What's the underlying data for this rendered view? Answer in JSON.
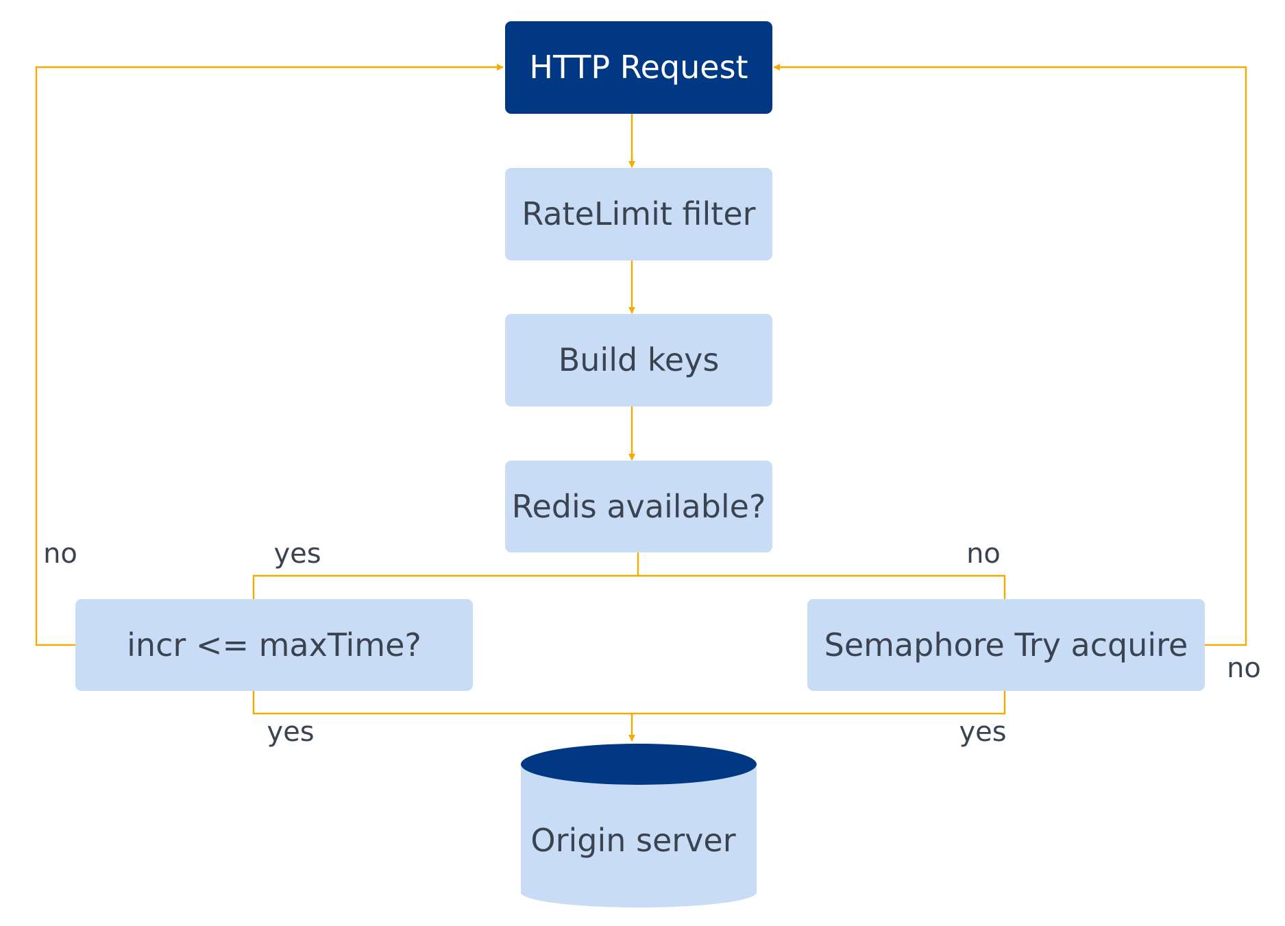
{
  "colors": {
    "primary_node": "#003884",
    "secondary_node": "#c8ddf5",
    "connector": "#f5ac00",
    "text_dark": "#3b4350",
    "text_light": "#ffffff"
  },
  "nodes": {
    "http_request": "HTTP Request",
    "ratelimit_filter": "RateLimit filter",
    "build_keys": "Build keys",
    "redis_available": "Redis available?",
    "incr_check": "incr <= maxTime?",
    "semaphore": "Semaphore Try acquire",
    "origin_server": "Origin server"
  },
  "labels": {
    "redis_yes": "yes",
    "redis_no": "no",
    "incr_no": "no",
    "semaphore_no": "no",
    "incr_yes": "yes",
    "semaphore_yes": "yes"
  }
}
